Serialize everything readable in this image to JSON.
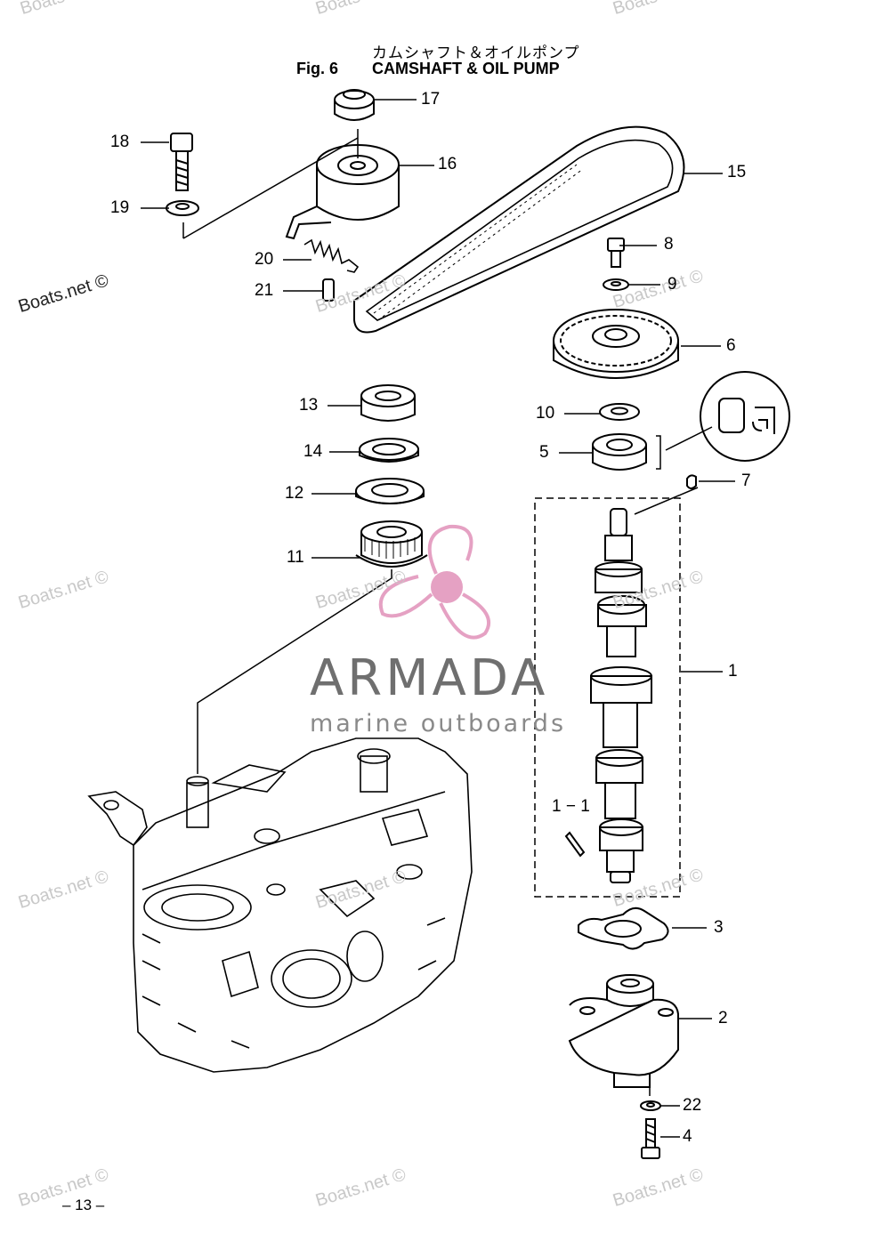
{
  "header": {
    "title_japanese": "カムシャフト＆オイルポンプ",
    "figure_label": "Fig. 6",
    "figure_title": "CAMSHAFT & OIL PUMP"
  },
  "watermarks": {
    "boats_text": "Boats.net ©",
    "top_fragment": "Boats"
  },
  "brand_overlay": {
    "name": "ARMADA",
    "tagline": "marine outboards",
    "logo_color": "#e5a1c3",
    "text_color": "#6f6f6f"
  },
  "callouts": [
    {
      "id": "c17",
      "label": "17"
    },
    {
      "id": "c18",
      "label": "18"
    },
    {
      "id": "c16",
      "label": "16"
    },
    {
      "id": "c15",
      "label": "15"
    },
    {
      "id": "c19",
      "label": "19"
    },
    {
      "id": "c8",
      "label": "8"
    },
    {
      "id": "c20",
      "label": "20"
    },
    {
      "id": "c9",
      "label": "9"
    },
    {
      "id": "c21",
      "label": "21"
    },
    {
      "id": "c6",
      "label": "6"
    },
    {
      "id": "c13",
      "label": "13"
    },
    {
      "id": "c10",
      "label": "10"
    },
    {
      "id": "c14",
      "label": "14"
    },
    {
      "id": "c5",
      "label": "5"
    },
    {
      "id": "c12",
      "label": "12"
    },
    {
      "id": "c7",
      "label": "7"
    },
    {
      "id": "c11",
      "label": "11"
    },
    {
      "id": "c1",
      "label": "1"
    },
    {
      "id": "c1-1",
      "label": "1 − 1"
    },
    {
      "id": "c3",
      "label": "3"
    },
    {
      "id": "c2",
      "label": "2"
    },
    {
      "id": "c22",
      "label": "22"
    },
    {
      "id": "c4",
      "label": "4"
    }
  ],
  "footer": {
    "page_number": "– 13 –"
  }
}
